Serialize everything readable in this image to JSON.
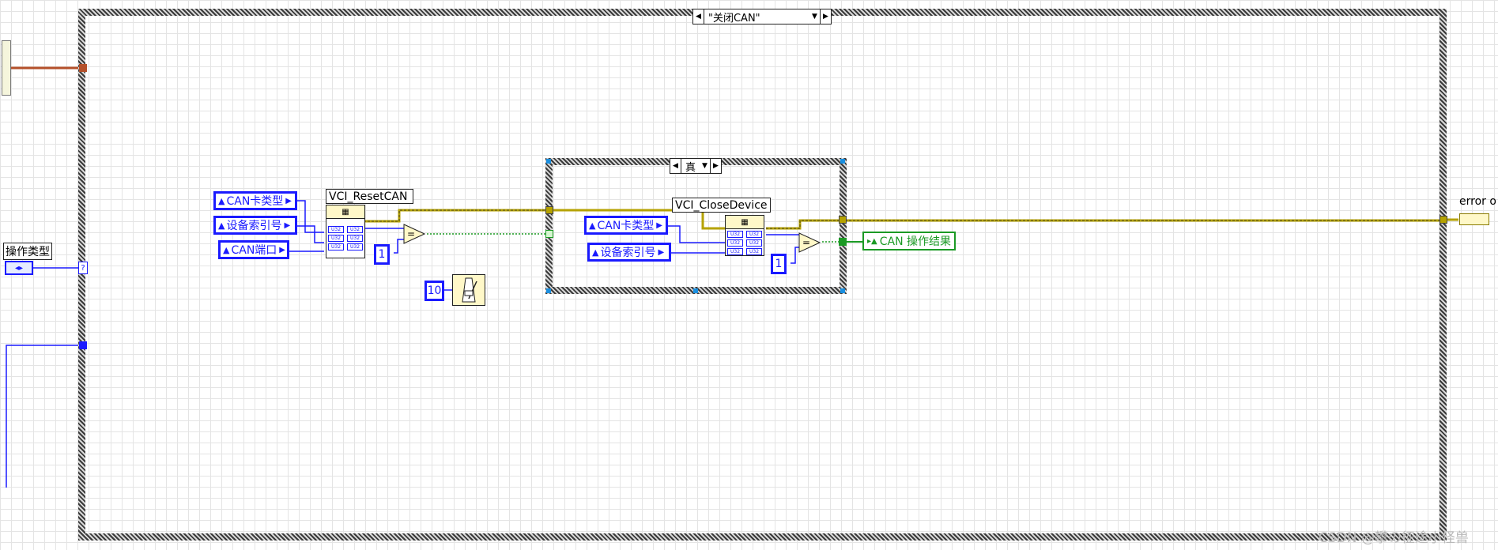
{
  "outer_case": {
    "selector_label": "\"关闭CAN\"",
    "left_arrow": "◀",
    "right_arrow": "▶",
    "drop_arrow": "▼"
  },
  "inner_case": {
    "selector_label": "真",
    "left_arrow": "◀",
    "right_arrow": "▶",
    "drop_arrow": "▼"
  },
  "left_control": {
    "label": "操作类型",
    "glyph": "◂▸"
  },
  "reset_block": {
    "title": "VCI_ResetCAN",
    "inputs": [
      {
        "label": "CAN卡类型",
        "prefix": "▲",
        "suffix": "▶"
      },
      {
        "label": "设备索引号",
        "prefix": "▲",
        "suffix": "▶"
      },
      {
        "label": "CAN端口",
        "prefix": "▲",
        "suffix": "▶"
      }
    ],
    "u32": "U32",
    "compare_value": "1",
    "compare_symbol": "="
  },
  "wait_block": {
    "value": "10"
  },
  "close_block": {
    "title": "VCI_CloseDevice",
    "inputs": [
      {
        "label": "CAN卡类型",
        "prefix": "▲",
        "suffix": "▶"
      },
      {
        "label": "设备索引号",
        "prefix": "▲",
        "suffix": "▶"
      }
    ],
    "u32": "U32",
    "compare_value": "1",
    "compare_symbol": "="
  },
  "result_indicator": {
    "label": "CAN 操作结果",
    "prefix": "▸▲"
  },
  "error_out": {
    "label": "error o"
  },
  "selector_terminal": {
    "symbol": "?"
  },
  "watermark": "CSDN @攀の征途小怪兽",
  "colors": {
    "u32_wire": "#1a1aff",
    "error_wire": "#b5a200",
    "bool_wire": "#1b9a24",
    "ref_wire": "#b4502a"
  }
}
